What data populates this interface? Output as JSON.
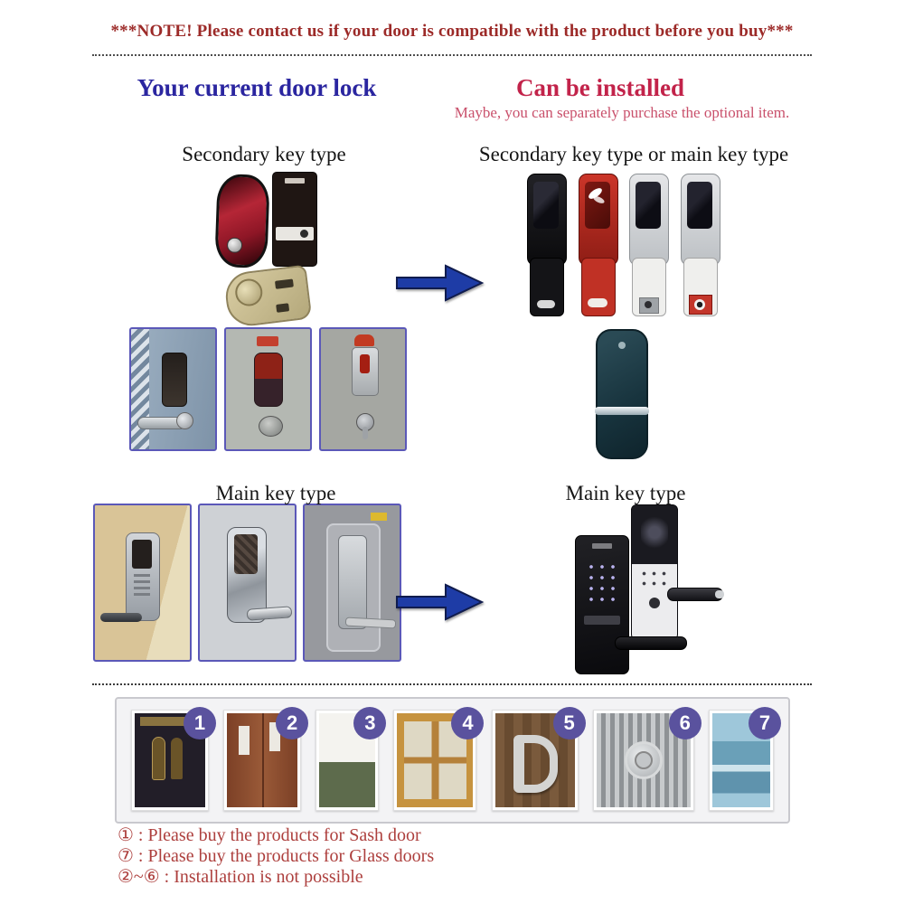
{
  "top_note": {
    "text": "***NOTE! Please contact us if your door is compatible with the product before you buy***",
    "color": "#9c2a28"
  },
  "headers": {
    "left": "Your current door lock",
    "right": "Can be installed",
    "right_sub": "Maybe, you can separately purchase the optional item."
  },
  "sections": {
    "secondary": {
      "left_label": "Secondary key type",
      "right_label": "Secondary key type or main key type"
    },
    "main": {
      "left_label": "Main key type",
      "right_label": "Main key type"
    }
  },
  "door_panel": {
    "items": [
      {
        "number": "1",
        "name": "sash-door"
      },
      {
        "number": "2",
        "name": "wooden-door-with-windows"
      },
      {
        "number": "3",
        "name": "half-panel-door"
      },
      {
        "number": "4",
        "name": "wood-framed-glass-door"
      },
      {
        "number": "5",
        "name": "wooden-door-d-handle"
      },
      {
        "number": "6",
        "name": "metal-shutter-door"
      },
      {
        "number": "7",
        "name": "glass-door"
      }
    ]
  },
  "bottom_notes": [
    "① : Please buy the products for Sash door",
    "⑦ : Please buy the products for Glass doors",
    "②~⑥ : Installation is not possible"
  ],
  "icons": {
    "arrow_right": "blue-right-arrow"
  },
  "colors": {
    "note_red": "#9c2a28",
    "header_blue": "#2b26a0",
    "header_red": "#c2234a",
    "sub_pink": "#c9506b",
    "arrow_blue": "#1e3ca6",
    "badge_purple": "#5a529e",
    "photo_frame_blue": "#5b58b8",
    "notes_red": "#ad3f3d"
  }
}
